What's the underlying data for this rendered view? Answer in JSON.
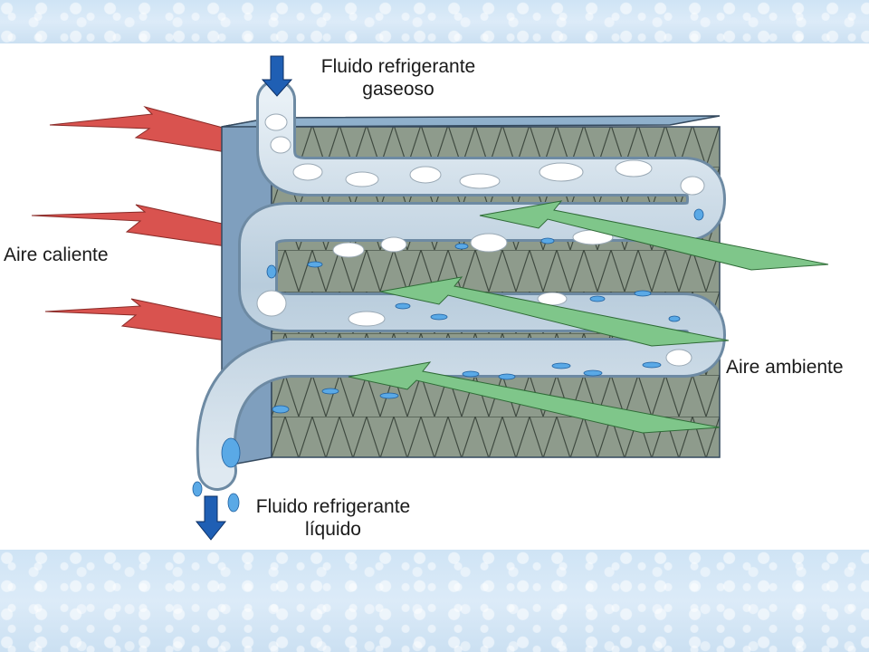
{
  "labels": {
    "gas_in_line1": "Fluido refrigerante",
    "gas_in_line2": "gaseoso",
    "hot_air": "Aire caliente",
    "ambient_air": "Aire ambiente",
    "liquid_out_line1": "Fluido refrigerante",
    "liquid_out_line2": "líquido"
  },
  "colors": {
    "hot_air_arrow": "#d9534f",
    "ambient_air_arrow": "#7fc68a",
    "coil_body": "#7a9ab8",
    "tube": "#c9d9e6",
    "flow_arrow": "#1f5fb4"
  },
  "icons": [
    "refrigerant-flow-arrow-icon",
    "hot-air-arrow-icon",
    "ambient-air-arrow-icon",
    "gas-bubble-icon",
    "liquid-droplet-icon"
  ]
}
